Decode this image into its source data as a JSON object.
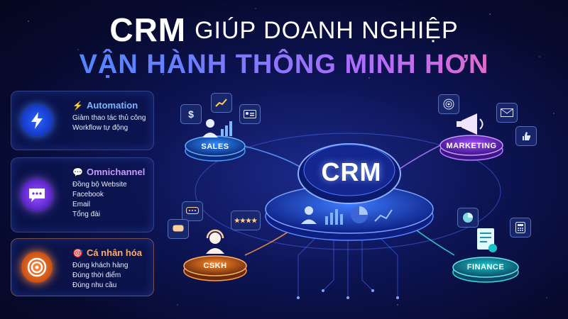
{
  "headline": {
    "crm": "CRM",
    "line1_rest": "GIÚP DOANH NGHIỆP",
    "line2": "VẬN HÀNH THÔNG MINH HƠN"
  },
  "features": [
    {
      "icon": "lightning-icon",
      "title_icon": "⚡",
      "title": "Automation",
      "items": [
        "Giảm thao tác thủ công",
        "Workflow tự động"
      ]
    },
    {
      "icon": "chat-bubble-icon",
      "title_icon": "💬",
      "title": "Omnichannel",
      "items": [
        "Đồng bộ Website",
        "Facebook",
        "Email",
        "Tổng đài"
      ]
    },
    {
      "icon": "target-icon",
      "title_icon": "🎯",
      "title": "Cá nhân hóa",
      "items": [
        "Đúng khách hàng",
        "Đúng thời điểm",
        "Đúng nhu cầu"
      ]
    }
  ],
  "hub": {
    "label": "CRM"
  },
  "modules": {
    "sales": "SALES",
    "marketing": "MARKETING",
    "cskh": "CSKH",
    "finance": "FINANCE"
  },
  "floating_icons": {
    "dollar": "$",
    "stars": "★★★★"
  },
  "colors": {
    "sales": "#2f8cff",
    "marketing": "#a24dff",
    "cskh": "#ff8a2a",
    "finance": "#19c3c9",
    "hub": "#3a66ff"
  }
}
